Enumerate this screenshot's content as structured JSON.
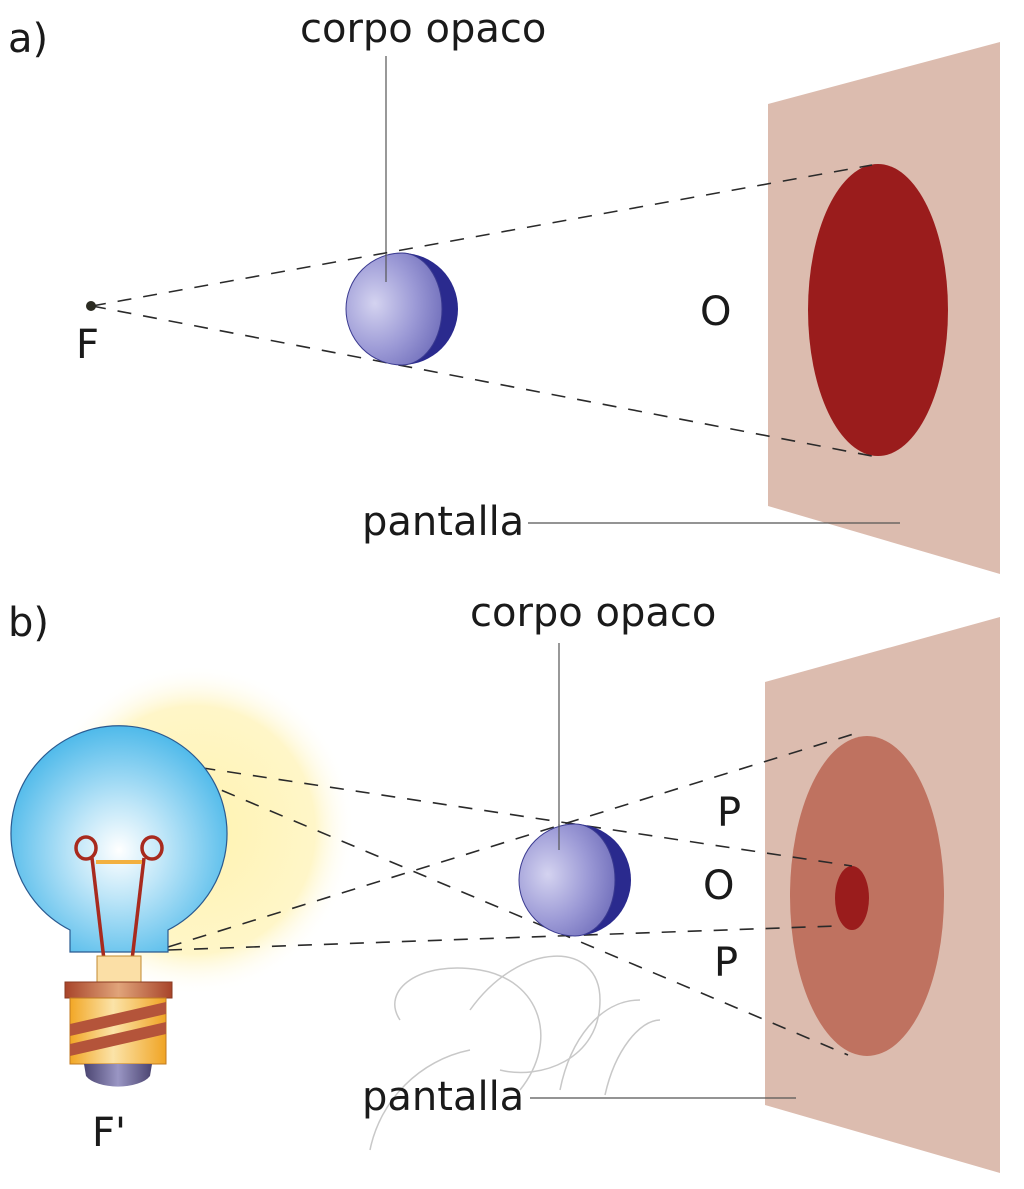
{
  "panel_a": {
    "label": "a)",
    "object_label": "corpo opaco",
    "source_label": "F",
    "shadow_label": "O",
    "screen_label": "pantalla"
  },
  "panel_b": {
    "label": "b)",
    "object_label": "corpo opaco",
    "source_label": "F'",
    "penumbra_label_top": "P",
    "umbra_label": "O",
    "penumbra_label_bottom": "P",
    "screen_label": "pantalla"
  },
  "colors": {
    "screen": "#dcbcaf",
    "umbra": "#9a1c1c",
    "penumbra": "#bf7260",
    "sphere_lit": "#9c9ad6",
    "sphere_dark": "#2a2a8e",
    "bulb_glass": "#3eb3e8",
    "glow": "#fff3b0",
    "filament": "#a82a1e",
    "base_gold": "#f4b53a",
    "base_copper": "#a8442a"
  }
}
